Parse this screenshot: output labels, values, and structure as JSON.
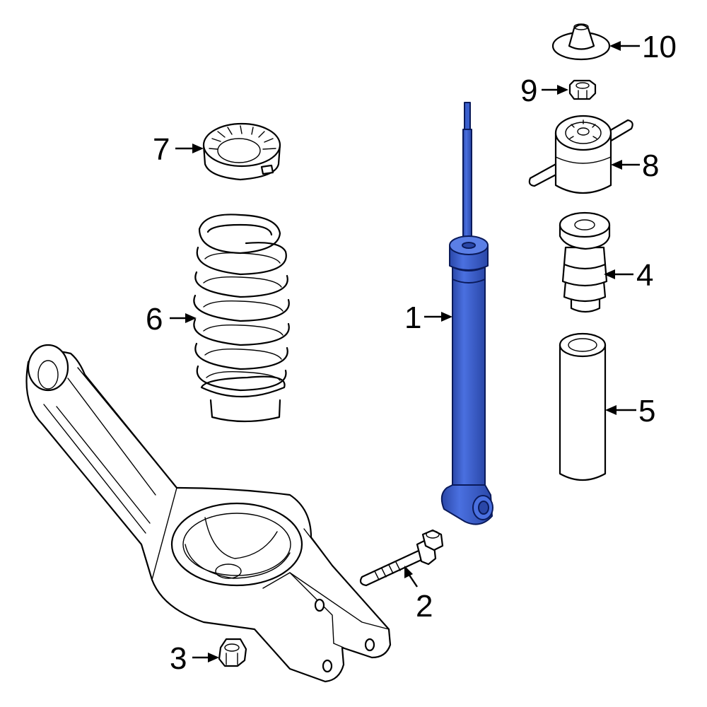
{
  "colors": {
    "highlight": "#3a5fcd",
    "highlight_dark": "#2a47a8",
    "line": "#000000",
    "background": "#ffffff"
  },
  "callouts": {
    "c1": "1",
    "c2": "2",
    "c3": "3",
    "c4": "4",
    "c5": "5",
    "c6": "6",
    "c7": "7",
    "c8": "8",
    "c9": "9",
    "c10": "10"
  }
}
